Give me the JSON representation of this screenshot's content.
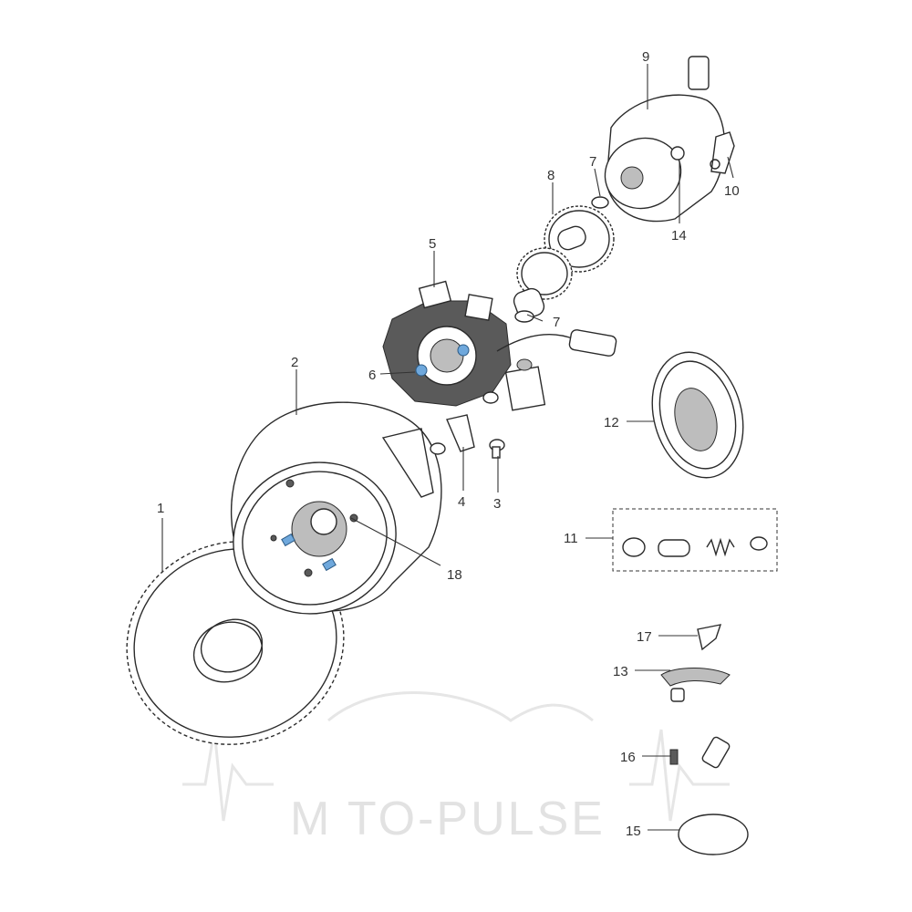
{
  "callouts": [
    {
      "id": "c1",
      "label": "1"
    },
    {
      "id": "c2",
      "label": "2"
    },
    {
      "id": "c3",
      "label": "3"
    },
    {
      "id": "c4",
      "label": "4"
    },
    {
      "id": "c5",
      "label": "5"
    },
    {
      "id": "c6",
      "label": "6"
    },
    {
      "id": "c7a",
      "label": "7"
    },
    {
      "id": "c7b",
      "label": "7"
    },
    {
      "id": "c8",
      "label": "8"
    },
    {
      "id": "c9",
      "label": "9"
    },
    {
      "id": "c10",
      "label": "10"
    },
    {
      "id": "c11",
      "label": "11"
    },
    {
      "id": "c12",
      "label": "12"
    },
    {
      "id": "c13",
      "label": "13"
    },
    {
      "id": "c14",
      "label": "14"
    },
    {
      "id": "c15",
      "label": "15"
    },
    {
      "id": "c16",
      "label": "16"
    },
    {
      "id": "c17",
      "label": "17"
    },
    {
      "id": "c18",
      "label": "18"
    }
  ],
  "watermark": {
    "text": "M TO-PULSE"
  }
}
